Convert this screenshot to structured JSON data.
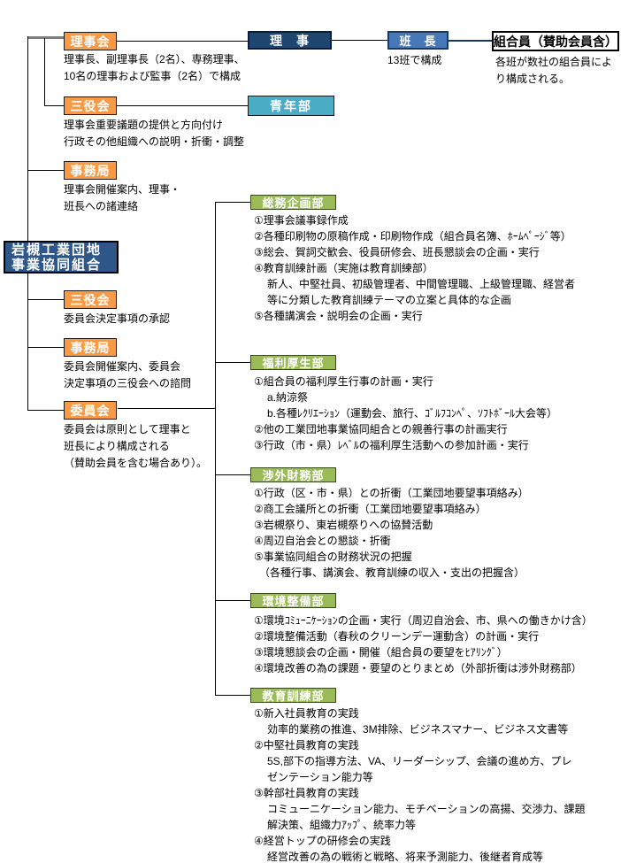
{
  "main_box": {
    "line1": "岩槻工業団地",
    "line2": "事業協同組合"
  },
  "nodes": {
    "rijikai": {
      "label": "理事会",
      "desc": [
        "理事長、副理事長（2名）、専務理事、",
        "10名の理事および監事（2名）で構成"
      ]
    },
    "riji": {
      "label": "理　事"
    },
    "hancho": {
      "label": "班　長",
      "desc": [
        "13班で構成"
      ]
    },
    "kumiaiin": {
      "label": "組合員（賛助会員含）",
      "desc": [
        "各班が数社の組合員によ",
        "り構成される。"
      ]
    },
    "sanyakukai_top": {
      "label": "三役会",
      "desc": [
        "理事会重要議題の提供と方向付け",
        "行政その他組織への説明・折衝・調整"
      ]
    },
    "seinenbu": {
      "label": "青年部"
    },
    "jimukyoku_top": {
      "label": "事務局",
      "desc": [
        "理事会開催案内、理事・",
        "班長への諸連絡"
      ]
    },
    "sanyakukai_lower": {
      "label": "三役会",
      "desc": [
        "委員会決定事項の承認"
      ]
    },
    "jimukyoku_lower": {
      "label": "事務局",
      "desc": [
        "委員会開催案内、委員会",
        "決定事項の三役会への諮問"
      ]
    },
    "iinkai": {
      "label": "委員会",
      "desc": [
        "委員会は原則として理事と",
        "班長により構成される",
        "（賛助会員を含む場合あり）。"
      ]
    }
  },
  "departments": [
    {
      "label": "総務企画部",
      "lines": [
        "①理事会議事録作成",
        "②各種印刷物の原稿作成・印刷物作成（組合員名簿、ﾎｰﾑﾍﾟｰｼﾞ等）",
        "③総会、賀詞交歓会、役員研修会、班長懇談会の企画・実行",
        "④教育訓練計画（実施は教育訓練部）",
        "新人、中堅社員、初級管理者、中間管理職、上級管理職、経営者",
        "等に分類した教育訓練テーマの立案と具体的な企画",
        "⑤各種講演会・説明会の企画・実行"
      ]
    },
    {
      "label": "福利厚生部",
      "lines": [
        "①組合員の福利厚生行事の計画・実行",
        "a.納涼祭",
        "b.各種ﾚｸﾘｴｰｼｮﾝ（運動会、旅行、ｺﾞﾙﾌｺﾝﾍﾟ、ｿﾌﾄﾎﾞｰﾙ大会等）",
        "②他の工業団地事業協同組合との親善行事の計画実行",
        "③行政（市・県）ﾚﾍﾞﾙの福利厚生活動への参加計画・実行"
      ]
    },
    {
      "label": "渉外財務部",
      "lines": [
        "①行政（区・市・県）との折衝（工業団地要望事項絡み）",
        "②商工会議所との折衝（工業団地要望事項絡み）",
        "③岩槻祭り、東岩槻祭りへの協賛活動",
        "④周辺自治会との懇談・折衝",
        "⑤事業協同組合の財務状況の把握",
        "（各種行事、講演会、教育訓練の収入・支出の把握含）"
      ]
    },
    {
      "label": "環境整備部",
      "lines": [
        "①環境ｺﾐｭｰﾆｹｰｼｮﾝの企画・実行（周辺自治会、市、県への働きかけ含）",
        "②環境整備活動（春秋のクリーンデー運動含）の計画・実行",
        "③環境懇談会の企画・開催（組合員の要望をﾋｱﾘﾝｸﾞ）",
        "④環境改善の為の課題・要望のとりまとめ（外部折衝は渉外財務部）"
      ]
    },
    {
      "label": "教育訓練部",
      "lines": [
        "①新入社員教育の実践",
        "効率的業務の推進、3M排除、ビジネスマナー、ビジネス文書等",
        "②中堅社員教育の実践",
        "5S,部下の指導方法、VA、リーダーシップ、会議の進め方、プレ",
        "ゼンテーション能力等",
        "③幹部社員教育の実践",
        "コミューニケーション能力、モチベーションの高揚、交渉力、課題",
        "解決策、組織力ｱｯﾌﾟ、統率力等",
        "④経営トップの研修会の実践",
        "経営改善の為の戦術と戦略、将来予測能力、後継者育成等"
      ]
    }
  ],
  "colors": {
    "orange": "#F79A46",
    "navy": "#1F4571",
    "blue": "#4779B8",
    "teal": "#4BACC6",
    "green": "#9BBB59",
    "main_navy": "#2E5687",
    "line_gray": "#7F7F7F",
    "line_navy": "#17375E"
  }
}
